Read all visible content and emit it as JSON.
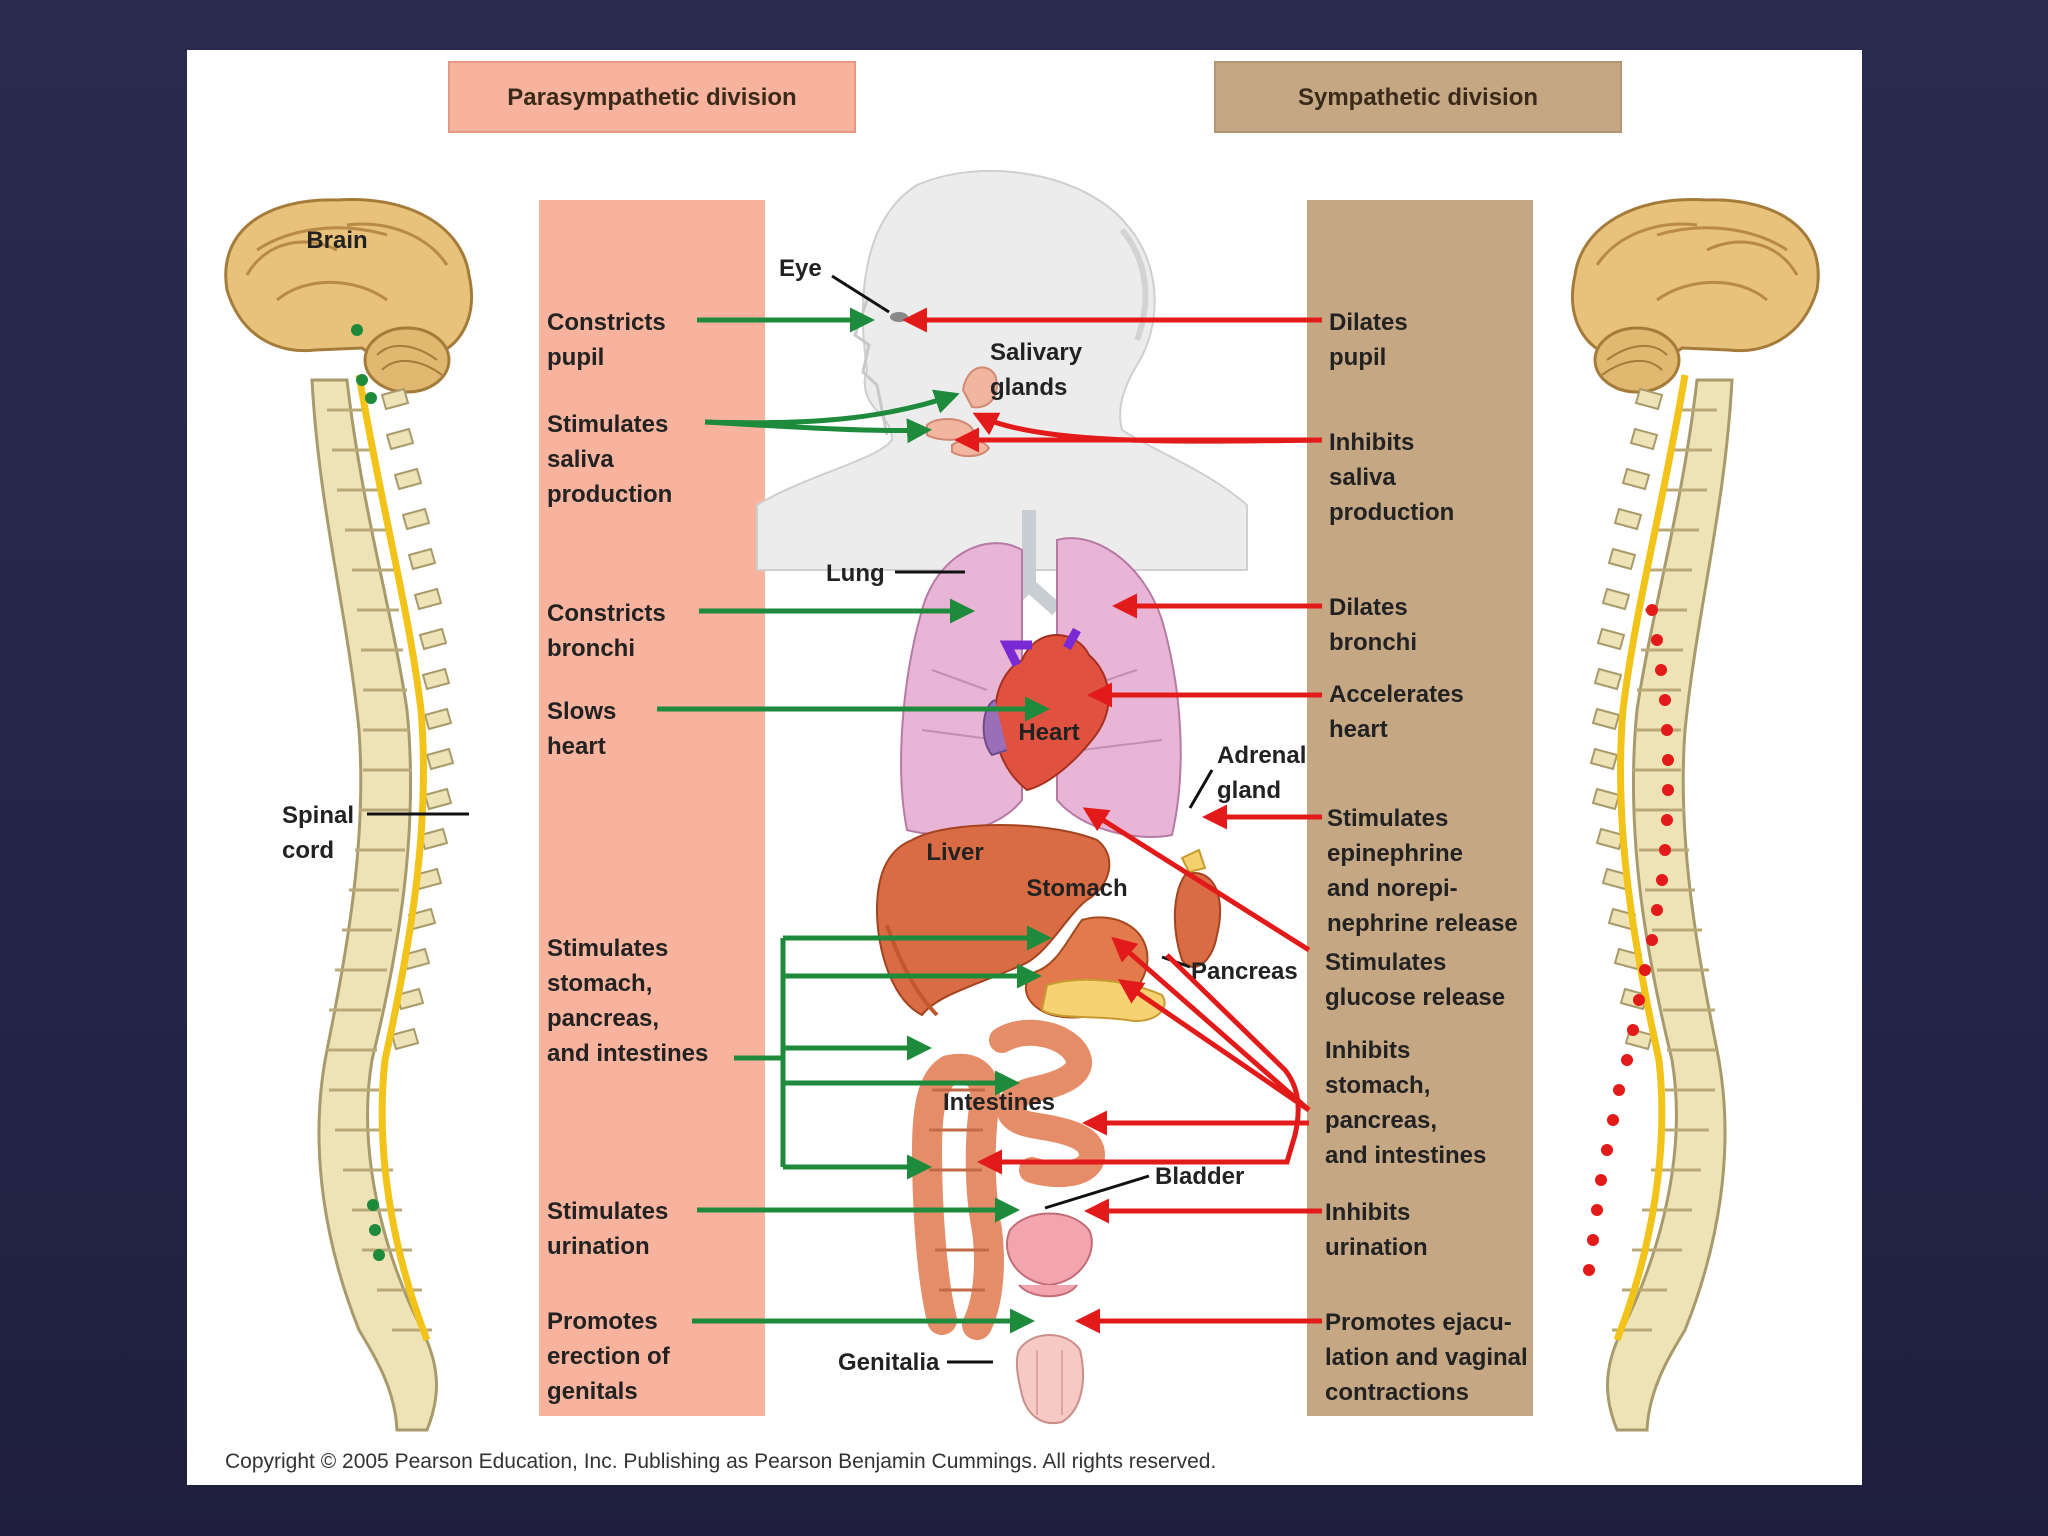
{
  "headers": {
    "parasympathetic": "Parasympathetic division",
    "sympathetic": "Sympathetic division"
  },
  "colors": {
    "parasympathetic_band": "#f7b39d",
    "sympathetic_band": "#c5a784",
    "parasympathetic_arrow": "#1e8a3c",
    "sympathetic_arrow": "#e21a1a",
    "background": "#27274a"
  },
  "left_labels": [
    [
      "Constricts",
      "pupil"
    ],
    [
      "Stimulates",
      "saliva",
      "production"
    ],
    [
      "Constricts",
      "bronchi"
    ],
    [
      "Slows",
      "heart"
    ],
    [
      "Stimulates",
      "stomach,",
      "pancreas,",
      "and intestines"
    ],
    [
      "Stimulates",
      "urination"
    ],
    [
      "Promotes",
      "erection of",
      "genitals"
    ]
  ],
  "right_labels": [
    [
      "Dilates",
      "pupil"
    ],
    [
      "Inhibits",
      "saliva",
      "production"
    ],
    [
      "Dilates",
      "bronchi"
    ],
    [
      "Accelerates",
      "heart"
    ],
    [
      "Stimulates",
      "epinephrine",
      "and norepi-",
      "nephrine release"
    ],
    [
      "Stimulates",
      "glucose release"
    ],
    [
      "Inhibits",
      "stomach,",
      "pancreas,",
      "and intestines"
    ],
    [
      "Inhibits",
      "urination"
    ],
    [
      "Promotes ejacu-",
      "lation and vaginal",
      "contractions"
    ]
  ],
  "organs": {
    "eye": "Eye",
    "salivary": [
      "Salivary",
      "glands"
    ],
    "lung": "Lung",
    "heart": "Heart",
    "adrenal": [
      "Adrenal",
      "gland"
    ],
    "liver": "Liver",
    "stomach": "Stomach",
    "pancreas": "Pancreas",
    "intestines": "Intestines",
    "bladder": "Bladder",
    "genitalia": "Genitalia"
  },
  "brain_label": "Brain",
  "spinal_label": [
    "Spinal",
    "cord"
  ],
  "copyright": "Copyright © 2005 Pearson Education, Inc. Publishing as Pearson Benjamin Cummings. All rights reserved."
}
